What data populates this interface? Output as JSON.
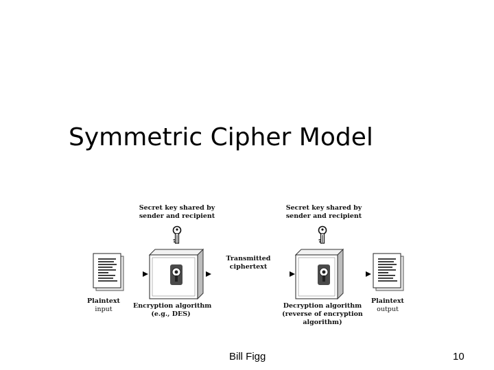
{
  "slide": {
    "title": "Symmetric Cipher Model",
    "author": "Bill Figg",
    "page_number": "10"
  },
  "diagram": {
    "left_key_label_line1": "Secret key shared by",
    "left_key_label_line2": "sender and recipient",
    "right_key_label_line1": "Secret key shared by",
    "right_key_label_line2": "sender and recipient",
    "transmitted_line1": "Transmitted",
    "transmitted_line2": "ciphertext",
    "plaintext_input_line1": "Plaintext",
    "plaintext_input_line2": "input",
    "plaintext_output_line1": "Plaintext",
    "plaintext_output_line2": "output",
    "encryption_line1": "Encryption algorithm",
    "encryption_line2": "(e.g., DES)",
    "decryption_line1": "Decryption algorithm",
    "decryption_line2": "(reverse of encryption",
    "decryption_line3": "algorithm)"
  }
}
